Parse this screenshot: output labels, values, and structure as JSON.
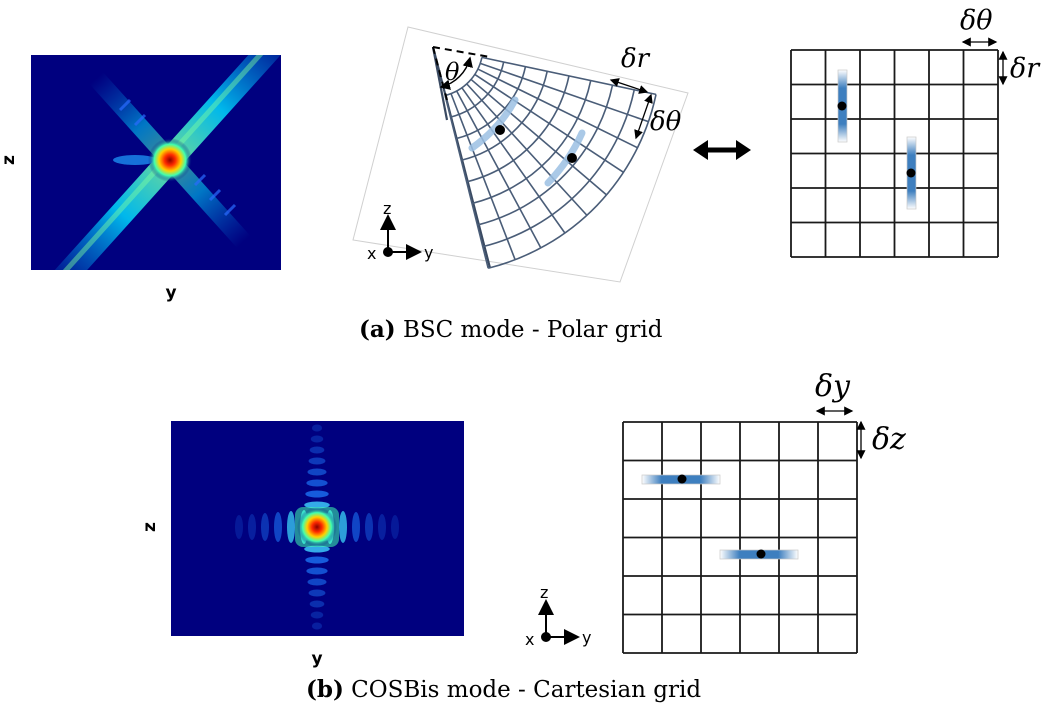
{
  "panel_a": {
    "caption_tag": "(a)",
    "caption_text": "BSC mode - Polar grid",
    "heatmap_xlabel": "y",
    "heatmap_ylabel": "z",
    "polar_angle_label": "θ",
    "polar_dr_label": "δr",
    "polar_dtheta_label": "δθ",
    "axes": {
      "up": "z",
      "right": "y",
      "origin": "x"
    },
    "grid_dtheta_label": "δθ",
    "grid_dr_label": "δr",
    "colors": {
      "heat_bg": "#00007f",
      "grid_line": "#1a1a1a",
      "polar_line": "#4a5d78",
      "streak": "#3e7fbf"
    }
  },
  "panel_b": {
    "caption_tag": "(b)",
    "caption_text": "COSBis mode - Cartesian grid",
    "heatmap_xlabel": "y",
    "heatmap_ylabel": "z",
    "axes": {
      "up": "z",
      "right": "y",
      "origin": "x"
    },
    "grid_dy_label": "δy",
    "grid_dz_label": "δz"
  },
  "arrow_icon": "double-headed-arrow-icon"
}
